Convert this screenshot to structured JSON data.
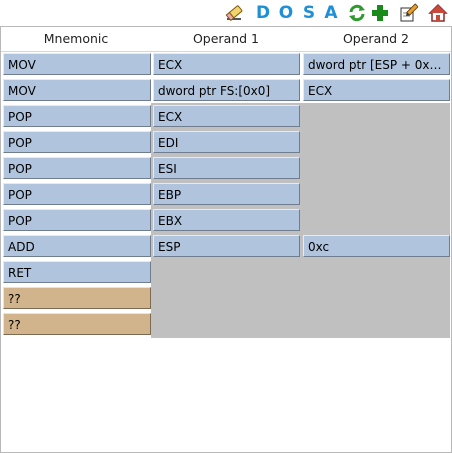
{
  "toolbar": {
    "buttons": [
      {
        "name": "eraser-icon",
        "kind": "icon"
      },
      {
        "name": "d-button",
        "kind": "letter",
        "label": "D"
      },
      {
        "name": "o-button",
        "kind": "letter",
        "label": "O"
      },
      {
        "name": "s-button",
        "kind": "letter",
        "label": "S"
      },
      {
        "name": "a-button",
        "kind": "letter",
        "label": "A"
      },
      {
        "name": "refresh-icon",
        "kind": "icon"
      },
      {
        "name": "add-icon",
        "kind": "icon"
      },
      {
        "name": "edit-icon",
        "kind": "icon"
      },
      {
        "name": "home-icon",
        "kind": "icon"
      }
    ],
    "letter_color": "#1f8fd6"
  },
  "table": {
    "columns": [
      "Mnemonic",
      "Operand 1",
      "Operand 2"
    ],
    "rows": [
      {
        "mnemonic": "MOV",
        "op1": "ECX",
        "op2": "dword ptr [ESP + 0x…",
        "color": "blue"
      },
      {
        "mnemonic": "MOV",
        "op1": "dword ptr FS:[0x0]",
        "op2": "ECX",
        "color": "blue"
      },
      {
        "mnemonic": "POP",
        "op1": "ECX",
        "op2": null,
        "color": "blue"
      },
      {
        "mnemonic": "POP",
        "op1": "EDI",
        "op2": null,
        "color": "blue"
      },
      {
        "mnemonic": "POP",
        "op1": "ESI",
        "op2": null,
        "color": "blue"
      },
      {
        "mnemonic": "POP",
        "op1": "EBP",
        "op2": null,
        "color": "blue"
      },
      {
        "mnemonic": "POP",
        "op1": "EBX",
        "op2": null,
        "color": "blue"
      },
      {
        "mnemonic": "ADD",
        "op1": "ESP",
        "op2": "0xc",
        "color": "blue"
      },
      {
        "mnemonic": "RET",
        "op1": null,
        "op2": null,
        "color": "blue"
      },
      {
        "mnemonic": "??",
        "op1": null,
        "op2": null,
        "color": "tan"
      },
      {
        "mnemonic": "??",
        "op1": null,
        "op2": null,
        "color": "tan"
      }
    ]
  },
  "colors": {
    "cell_blue": "#b0c4de",
    "cell_tan": "#d2b48c",
    "empty_area": "#c0c0c0"
  }
}
